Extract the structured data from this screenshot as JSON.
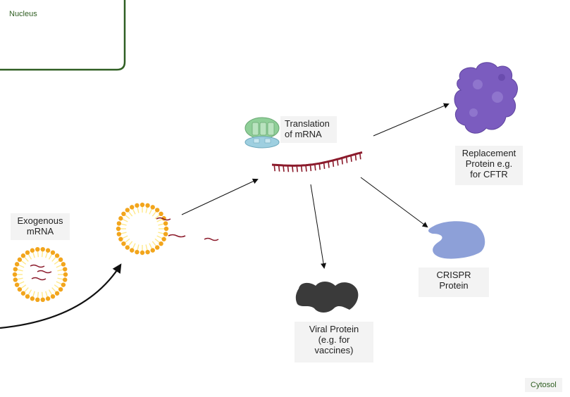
{
  "compartments": {
    "nucleus": "Nucleus",
    "cytosol": "Cytosol"
  },
  "labels": {
    "exogenous_line1": "Exogenous",
    "exogenous_line2": "mRNA",
    "translation_line1": "Translation",
    "translation_line2": "of mRNA",
    "replacement_line1": "Replacement",
    "replacement_line2": "Protein e.g.",
    "replacement_line3": "for CFTR",
    "crispr_line1": "CRISPR",
    "crispr_line2": "Protein",
    "viral_line1": "Viral Protein",
    "viral_line2": "(e.g. for",
    "viral_line3": "vaccines)"
  },
  "colors": {
    "nucleus_border": "#2f5e22",
    "lipid_head": "#f2a51c",
    "lipid_tail": "#ffe98a",
    "mrna": "#8b1a2b",
    "replacement_protein": "#7b5cbf",
    "crispr_protein": "#8da0d8",
    "viral_protein": "#3a3a3a",
    "ribosome_top": "#8fcf98",
    "ribosome_bottom": "#9ecfe0",
    "arrow": "#111111"
  },
  "icons": {
    "lnp_exogenous": "lipid-nanoparticle-icon",
    "lnp_cell": "lipid-nanoparticle-icon",
    "ribosome": "ribosome-icon",
    "mrna": "mrna-strand-icon",
    "replacement": "protein-blob-icon",
    "crispr": "cas9-protein-icon",
    "viral": "viral-protein-icon"
  }
}
